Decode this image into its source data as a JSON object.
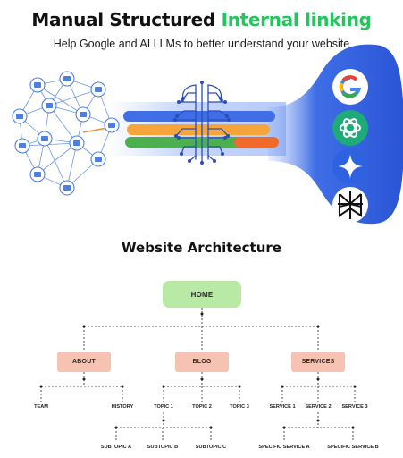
{
  "hero": {
    "title_part1": "Manual Structured ",
    "title_part2": "Internal linking",
    "subtitle": "Help Google and AI LLMs to better understand your website",
    "icons": [
      "google-icon",
      "openai-icon",
      "gemini-icon",
      "perplexity-icon",
      "brain-circuit-icon",
      "link-network-icon"
    ],
    "colors": {
      "accent_green": "#22c55e",
      "blue": "#2f5fd8",
      "orange": "#f28c28",
      "green_bar": "#4caf50"
    }
  },
  "architecture": {
    "title": "Website Architecture",
    "home": "HOME",
    "sections": [
      {
        "label": "ABOUT",
        "children": [
          "TEAM",
          "HISTORY"
        ]
      },
      {
        "label": "BLOG",
        "children": [
          "TOPIC 1",
          "TOPIC 2",
          "TOPIC 3"
        ],
        "grandchildren": [
          "SUBTOPIC A",
          "SUBTOPIC B",
          "SUBTOPIC C"
        ]
      },
      {
        "label": "SERVICES",
        "children": [
          "SERVICE 1",
          "SERVICE 2",
          "SERVICE 3"
        ],
        "grandchildren": [
          "SPECIFIC SERVICE A",
          "SPECIFIC SERVICE B"
        ]
      }
    ],
    "colors": {
      "home": "#b8eaa6",
      "section": "#f6c3b3"
    }
  }
}
